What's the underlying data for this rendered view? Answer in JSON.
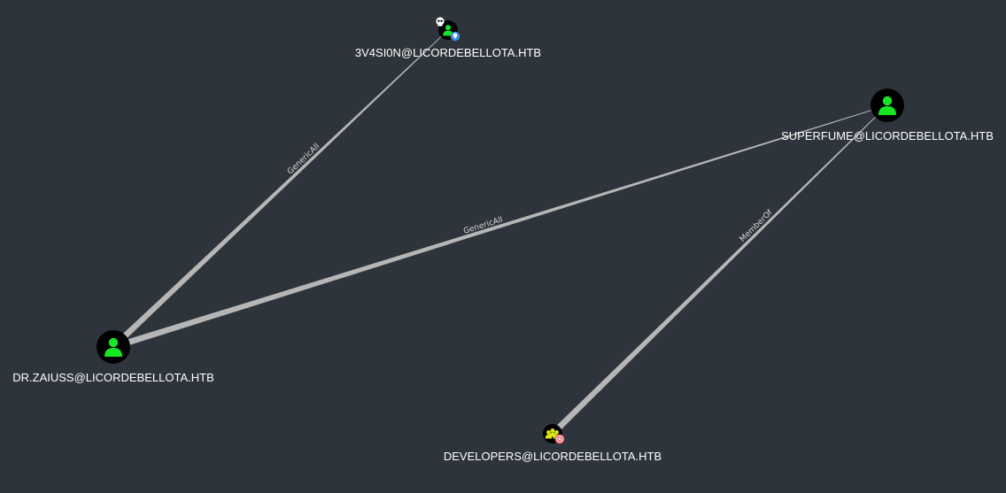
{
  "colors": {
    "background": "#2e343b",
    "edge": "#b6b6b6",
    "user_node_fill": "#000000",
    "user_icon": "#17e625",
    "group_icon": "#dbe617",
    "owned_badge": "#ffffff",
    "highvalue_badge": "#e05555",
    "computer_badge": "#3b8fe0"
  },
  "graph": {
    "nodes": [
      {
        "id": "n_3v4si0n",
        "label": "3V4SI0N@LICORDEBELLOTA.HTB",
        "type": "User",
        "icon": "user-icon",
        "badges": [
          "skull-icon",
          "location-pin-icon"
        ]
      },
      {
        "id": "n_superfume",
        "label": "SUPERFUME@LICORDEBELLOTA.HTB",
        "type": "User",
        "icon": "user-icon",
        "badges": []
      },
      {
        "id": "n_drzaiuss",
        "label": "DR.ZAIUSS@LICORDEBELLOTA.HTB",
        "type": "User",
        "icon": "user-icon",
        "badges": []
      },
      {
        "id": "n_developers",
        "label": "DEVELOPERS@LICORDEBELLOTA.HTB",
        "type": "Group",
        "icon": "group-icon",
        "badges": [
          "target-icon"
        ]
      }
    ],
    "edges": [
      {
        "id": "e1",
        "source": "n_drzaiuss",
        "target": "n_3v4si0n",
        "label": "GenericAll"
      },
      {
        "id": "e2",
        "source": "n_drzaiuss",
        "target": "n_superfume",
        "label": "GenericAll"
      },
      {
        "id": "e3",
        "source": "n_developers",
        "target": "n_superfume",
        "label": "MemberOf"
      }
    ]
  }
}
